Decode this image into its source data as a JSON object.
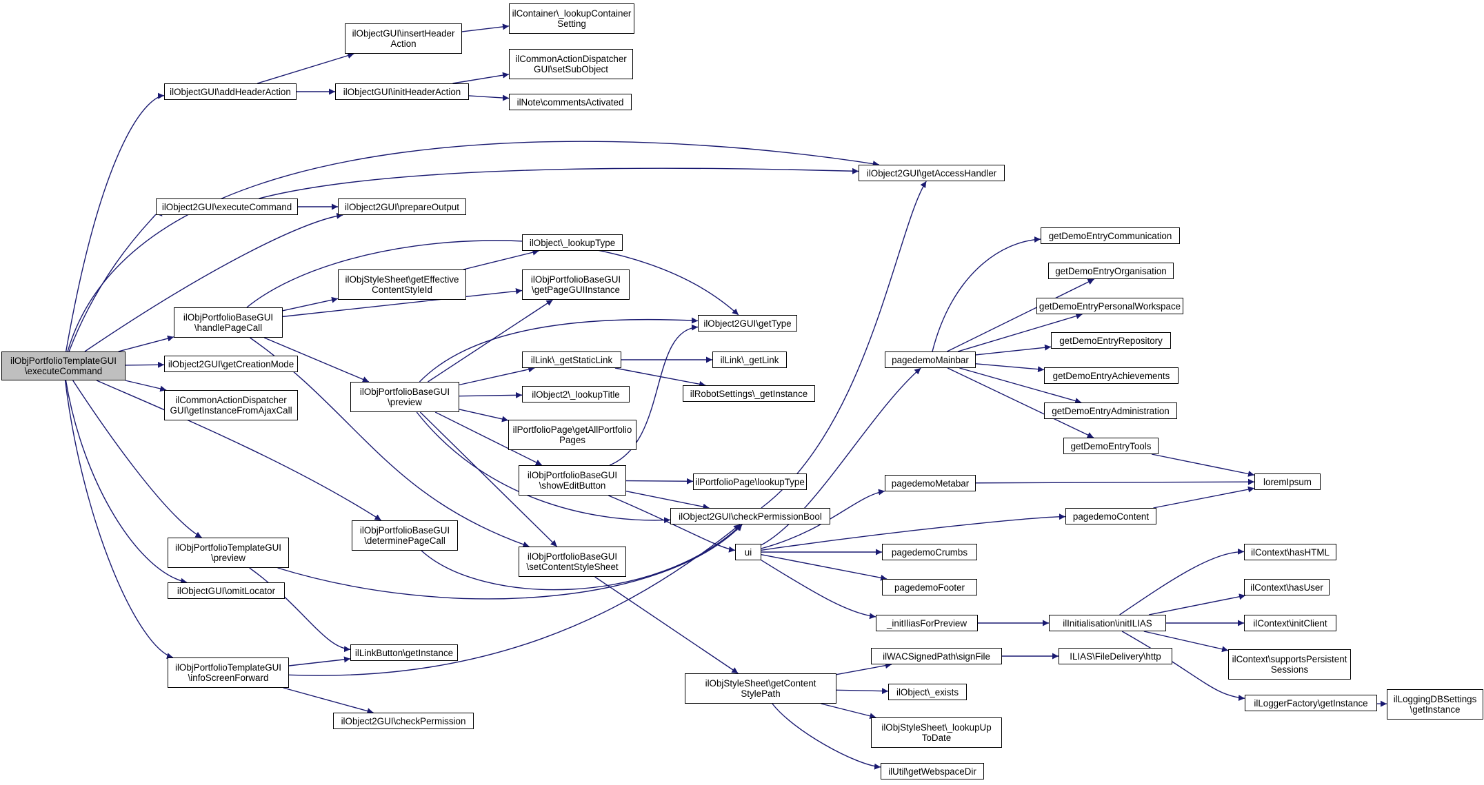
{
  "diagram": {
    "type": "call-graph",
    "edge_color": "#191970",
    "root_fill": "#bfbfbf",
    "nodes": [
      {
        "id": "root",
        "label": "ilObjPortfolioTemplateGUI\n\\executeCommand"
      },
      {
        "id": "addHeaderAction",
        "label": "ilObjectGUI\\addHeaderAction"
      },
      {
        "id": "insertHeaderAction",
        "label": "ilObjectGUI\\insertHeader\nAction"
      },
      {
        "id": "lookupContainerSetting",
        "label": "ilContainer\\_lookupContainer\nSetting"
      },
      {
        "id": "initHeaderAction",
        "label": "ilObjectGUI\\initHeaderAction"
      },
      {
        "id": "setSubObject",
        "label": "ilCommonActionDispatcher\nGUI\\setSubObject"
      },
      {
        "id": "commentsActivated",
        "label": "ilNote\\commentsActivated"
      },
      {
        "id": "getAccessHandler",
        "label": "ilObject2GUI\\getAccessHandler"
      },
      {
        "id": "o2ExecuteCommand",
        "label": "ilObject2GUI\\executeCommand"
      },
      {
        "id": "prepareOutput",
        "label": "ilObject2GUI\\prepareOutput"
      },
      {
        "id": "getEffectiveContentStyleId",
        "label": "ilObjStyleSheet\\getEffective\nContentStyleId"
      },
      {
        "id": "lookupType",
        "label": "ilObject\\_lookupType"
      },
      {
        "id": "getPageGUIInstance",
        "label": "ilObjPortfolioBaseGUI\n\\getPageGUIInstance"
      },
      {
        "id": "handlePageCall",
        "label": "ilObjPortfolioBaseGUI\n\\handlePageCall"
      },
      {
        "id": "getType",
        "label": "ilObject2GUI\\getType"
      },
      {
        "id": "getCreationMode",
        "label": "ilObject2GUI\\getCreationMode"
      },
      {
        "id": "getStaticLink",
        "label": "ilLink\\_getStaticLink"
      },
      {
        "id": "getLink",
        "label": "ilLink\\_getLink"
      },
      {
        "id": "getInstanceFromAjaxCall",
        "label": "ilCommonActionDispatcher\nGUI\\getInstanceFromAjaxCall"
      },
      {
        "id": "basePreview",
        "label": "ilObjPortfolioBaseGUI\n\\preview"
      },
      {
        "id": "lookupTitle",
        "label": "ilObject2\\_lookupTitle"
      },
      {
        "id": "robotGetInstance",
        "label": "ilRobotSettings\\_getInstance"
      },
      {
        "id": "getAllPortfolioPages",
        "label": "ilPortfolioPage\\getAllPortfolio\nPages"
      },
      {
        "id": "showEditButton",
        "label": "ilObjPortfolioBaseGUI\n\\showEditButton"
      },
      {
        "id": "pageLookupType",
        "label": "ilPortfolioPage\\lookupType"
      },
      {
        "id": "checkPermissionBool",
        "label": "ilObject2GUI\\checkPermissionBool"
      },
      {
        "id": "determinePageCall",
        "label": "ilObjPortfolioBaseGUI\n\\determinePageCall"
      },
      {
        "id": "setContentStyleSheet",
        "label": "ilObjPortfolioBaseGUI\n\\setContentStyleSheet"
      },
      {
        "id": "tplPreview",
        "label": "ilObjPortfolioTemplateGUI\n\\preview"
      },
      {
        "id": "omitLocator",
        "label": "ilObjectGUI\\omitLocator"
      },
      {
        "id": "ui",
        "label": "ui"
      },
      {
        "id": "linkButtonGetInstance",
        "label": "ilLinkButton\\getInstance"
      },
      {
        "id": "infoScreenForward",
        "label": "ilObjPortfolioTemplateGUI\n\\infoScreenForward"
      },
      {
        "id": "checkPermission",
        "label": "ilObject2GUI\\checkPermission"
      },
      {
        "id": "getContentStylePath",
        "label": "ilObjStyleSheet\\getContent\nStylePath"
      },
      {
        "id": "pagedemoMainbar",
        "label": "pagedemoMainbar"
      },
      {
        "id": "pagedemoMetabar",
        "label": "pagedemoMetabar"
      },
      {
        "id": "pagedemoContent",
        "label": "pagedemoContent"
      },
      {
        "id": "pagedemoCrumbs",
        "label": "pagedemoCrumbs"
      },
      {
        "id": "pagedemoFooter",
        "label": "pagedemoFooter"
      },
      {
        "id": "initIliasForPreview",
        "label": "_initIliasForPreview"
      },
      {
        "id": "getDemoEntryCommunication",
        "label": "getDemoEntryCommunication"
      },
      {
        "id": "getDemoEntryOrganisation",
        "label": "getDemoEntryOrganisation"
      },
      {
        "id": "getDemoEntryPersonalWorkspace",
        "label": "getDemoEntryPersonalWorkspace"
      },
      {
        "id": "getDemoEntryRepository",
        "label": "getDemoEntryRepository"
      },
      {
        "id": "getDemoEntryAchievements",
        "label": "getDemoEntryAchievements"
      },
      {
        "id": "getDemoEntryAdministration",
        "label": "getDemoEntryAdministration"
      },
      {
        "id": "getDemoEntryTools",
        "label": "getDemoEntryTools"
      },
      {
        "id": "loremIpsum",
        "label": "loremIpsum"
      },
      {
        "id": "initILIAS",
        "label": "ilInitialisation\\initILIAS"
      },
      {
        "id": "hasHTML",
        "label": "ilContext\\hasHTML"
      },
      {
        "id": "hasUser",
        "label": "ilContext\\hasUser"
      },
      {
        "id": "initClient",
        "label": "ilContext\\initClient"
      },
      {
        "id": "supportsPersistentSessions",
        "label": "ilContext\\supportsPersistent\nSessions"
      },
      {
        "id": "loggerGetInstance",
        "label": "ilLoggerFactory\\getInstance"
      },
      {
        "id": "loggingDBGetInstance",
        "label": "ilLoggingDBSettings\n\\getInstance"
      },
      {
        "id": "signFile",
        "label": "ilWACSignedPath\\signFile"
      },
      {
        "id": "http",
        "label": "ILIAS\\FileDelivery\\http"
      },
      {
        "id": "objectExists",
        "label": "ilObject\\_exists"
      },
      {
        "id": "lookupUpToDate",
        "label": "ilObjStyleSheet\\_lookupUp\nToDate"
      },
      {
        "id": "getWebspaceDir",
        "label": "ilUtil\\getWebspaceDir"
      }
    ]
  }
}
